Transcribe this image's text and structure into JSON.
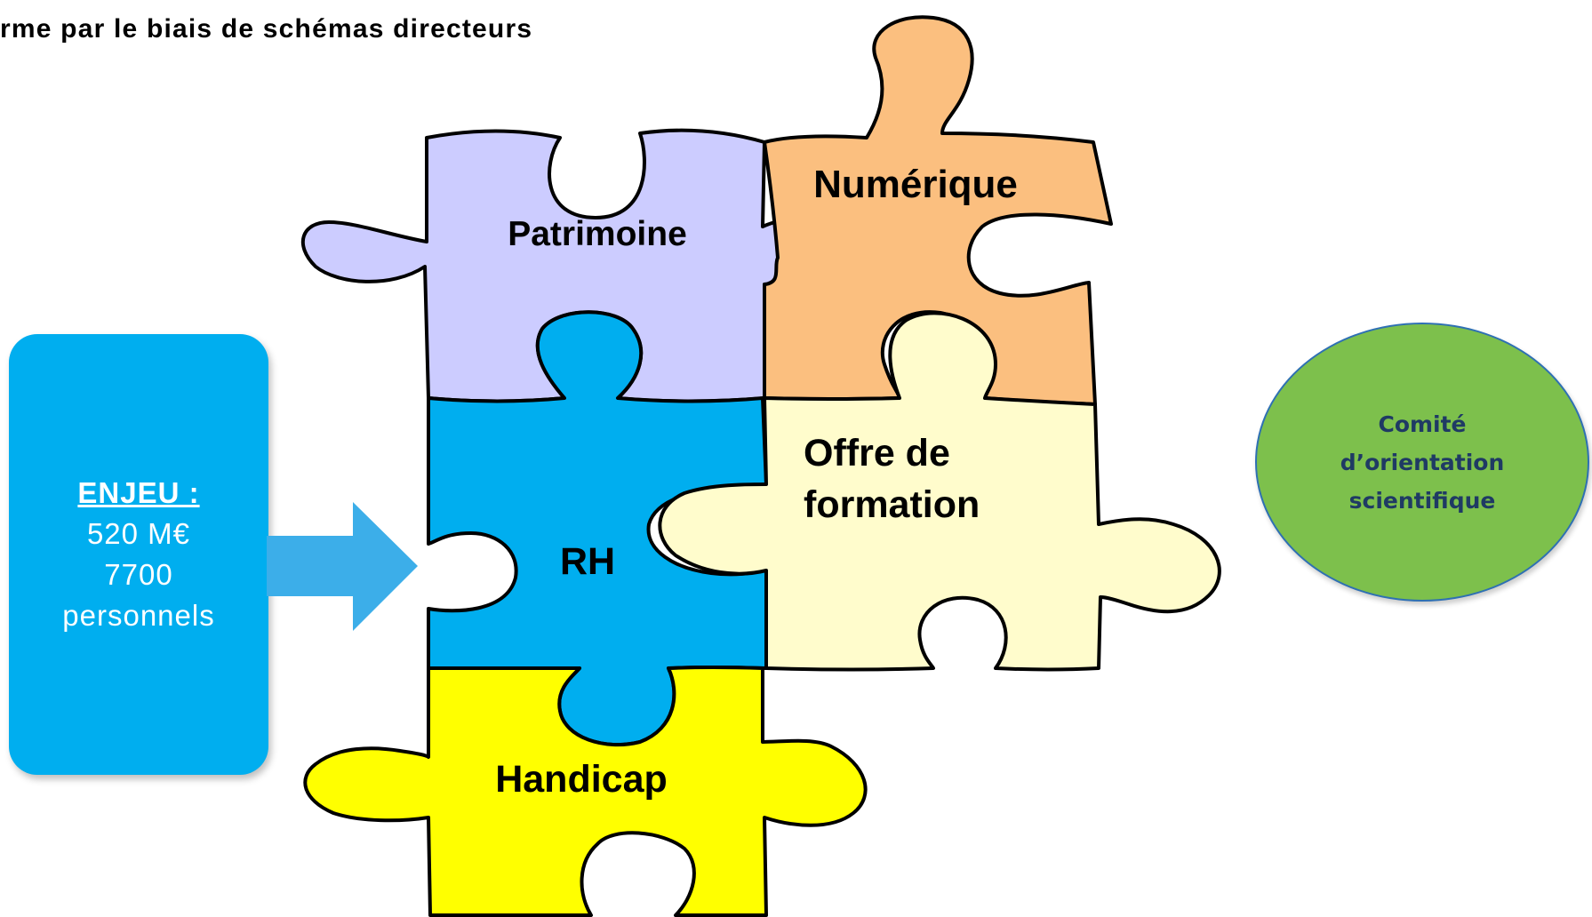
{
  "title": "rme par le biais de schémas directeurs",
  "enjeu": {
    "heading": "ENJEU :",
    "amount": "520 M€",
    "staff_count": "7700",
    "staff_label": "personnels"
  },
  "pieces": {
    "patrimoine": "Patrimoine",
    "numerique": "Numérique",
    "rh": "RH",
    "offre_line1": "Offre de",
    "offre_line2": "formation",
    "handicap": "Handicap"
  },
  "comite": {
    "line1": "Comité",
    "line2": "d’orientation",
    "line3": "scientifique"
  },
  "colors": {
    "patrimoine": "#ccccff",
    "numerique": "#fbbf7f",
    "rh": "#00aeef",
    "offre": "#fffccc",
    "handicap": "#ffff00",
    "enjeu_box": "#00aeef",
    "comite_fill": "#7dc04c",
    "comite_text": "#1f3a64"
  }
}
